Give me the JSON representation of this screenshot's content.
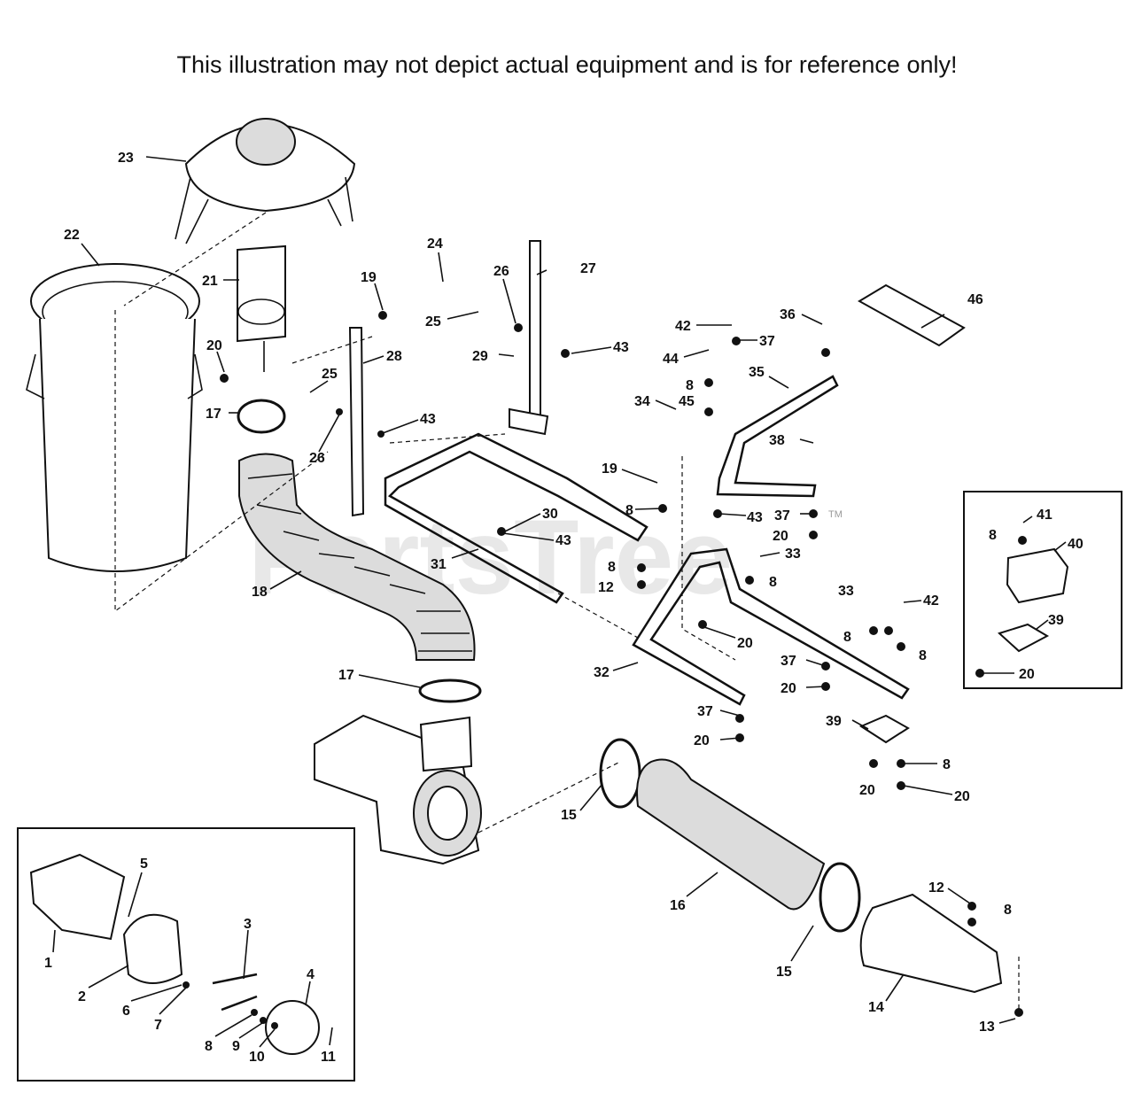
{
  "header_note": "This illustration may not depict actual equipment and is for reference only!",
  "watermark": "PartsTree",
  "trademark": "TM",
  "callouts": [
    "1",
    "2",
    "3",
    "4",
    "5",
    "6",
    "7",
    "8",
    "9",
    "10",
    "11",
    "12",
    "13",
    "14",
    "15",
    "16",
    "17",
    "18",
    "19",
    "20",
    "21",
    "22",
    "23",
    "24",
    "25",
    "26",
    "27",
    "28",
    "29",
    "30",
    "31",
    "32",
    "33",
    "34",
    "35",
    "36",
    "37",
    "38",
    "39",
    "40",
    "41",
    "42",
    "43",
    "44",
    "45",
    "46"
  ]
}
